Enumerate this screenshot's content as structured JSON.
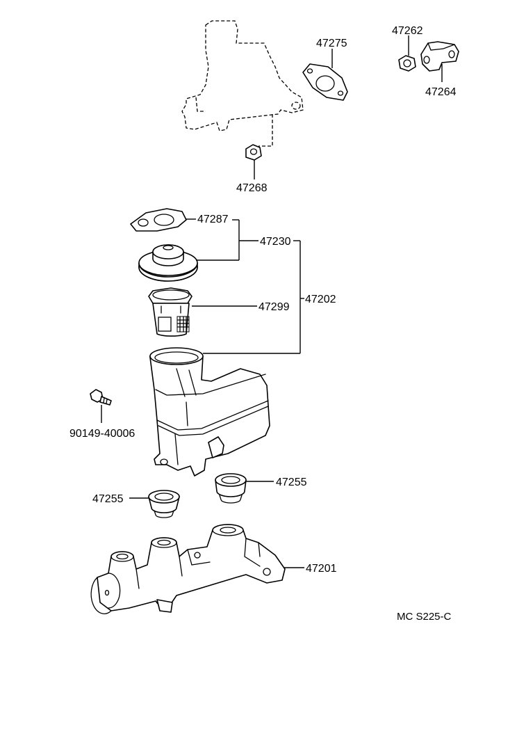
{
  "parts": {
    "p47275": "47275",
    "p47262": "47262",
    "p47264": "47264",
    "p47268": "47268",
    "p47287": "47287",
    "p47230": "47230",
    "p47202": "47202",
    "p47299": "47299",
    "p90149": "90149-40006",
    "p47255a": "47255",
    "p47255b": "47255",
    "p47201": "47201"
  },
  "figure_code": "MC S225-C",
  "colors": {
    "ink": "#000000",
    "paper": "#ffffff"
  }
}
